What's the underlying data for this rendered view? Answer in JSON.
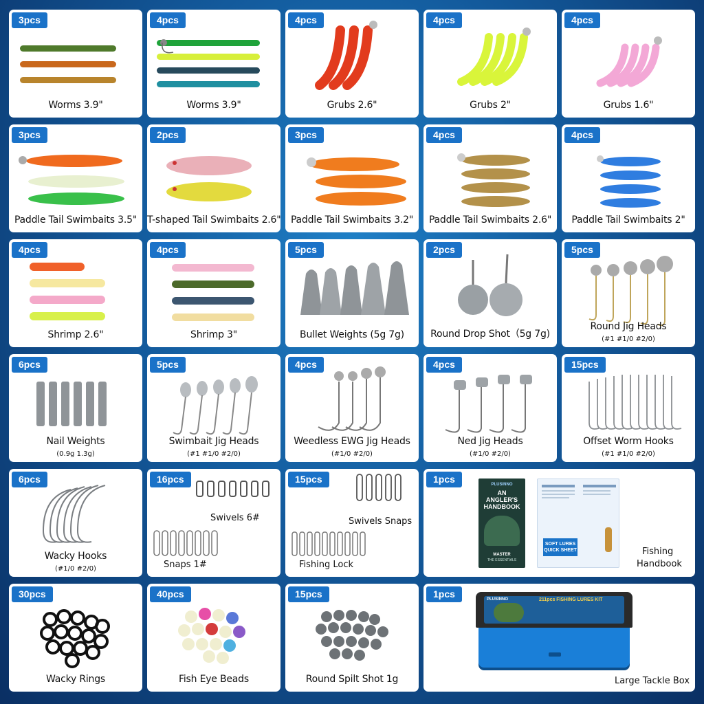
{
  "cells": [
    {
      "count": "3pcs",
      "label": "Worms  3.9\""
    },
    {
      "count": "4pcs",
      "label": "Worms  3.9\""
    },
    {
      "count": "4pcs",
      "label": "Grubs  2.6\""
    },
    {
      "count": "4pcs",
      "label": "Grubs  2\""
    },
    {
      "count": "4pcs",
      "label": "Grubs  1.6\""
    },
    {
      "count": "3pcs",
      "label": "Paddle Tail Swimbaits 3.5\""
    },
    {
      "count": "2pcs",
      "label": "T-shaped Tail Swimbaits 2.6\""
    },
    {
      "count": "3pcs",
      "label": "Paddle Tail Swimbaits 3.2\""
    },
    {
      "count": "4pcs",
      "label": "Paddle Tail Swimbaits  2.6\""
    },
    {
      "count": "4pcs",
      "label": "Paddle Tail Swimbaits  2\""
    },
    {
      "count": "4pcs",
      "label": "Shrimp  2.6\""
    },
    {
      "count": "4pcs",
      "label": "Shrimp  3\""
    },
    {
      "count": "5pcs",
      "label": "Bullet Weights (5g  7g)"
    },
    {
      "count": "2pcs",
      "label": "Round Drop Shot（5g  7g)"
    },
    {
      "count": "5pcs",
      "label": "Round Jig Heads",
      "sub": "(#1  #1/0  #2/0)"
    },
    {
      "count": "6pcs",
      "label": "Nail Weights",
      "sub": "(0.9g  1.3g)"
    },
    {
      "count": "5pcs",
      "label": "Swimbait Jig Heads",
      "sub": "(#1  #1/0  #2/0)"
    },
    {
      "count": "4pcs",
      "label": "Weedless EWG Jig Heads",
      "sub": "(#1/0  #2/0)"
    },
    {
      "count": "4pcs",
      "label": "Ned Jig Heads",
      "sub": "(#1/0  #2/0)"
    },
    {
      "count": "15pcs",
      "label": "Offset Worm Hooks",
      "sub": "(#1  #1/0  #2/0)"
    },
    {
      "count": "6pcs",
      "label": "Wacky Hooks",
      "sub": "(#1/0  #2/0)"
    },
    {
      "count": "16pcs",
      "label_a": "Swivels  6#",
      "label_b": "Snaps  1#"
    },
    {
      "count": "15pcs",
      "label_a": "Swivels Snaps",
      "label_b": "Fishing Lock"
    },
    {
      "count": "1pcs",
      "label_a": "Fishing",
      "label_b": "Handbook",
      "book_title": "AN ANGLER'S HANDBOOK",
      "brand": "PLUSINNO",
      "master": "MASTER",
      "essentials": "THE ESSENTIALS",
      "cheat": "SOFT LURES QUICK SHEET"
    },
    {
      "count": "30pcs",
      "label": "Wacky Rings"
    },
    {
      "count": "40pcs",
      "label": "Fish Eye Beads"
    },
    {
      "count": "15pcs",
      "label": "Round Spilt Shot 1g"
    },
    {
      "count": "1pcs",
      "label": "Large Tackle Box",
      "box_brand": "PLUSINNO",
      "box_title": "211pcs FISHING LURES KIT"
    }
  ]
}
